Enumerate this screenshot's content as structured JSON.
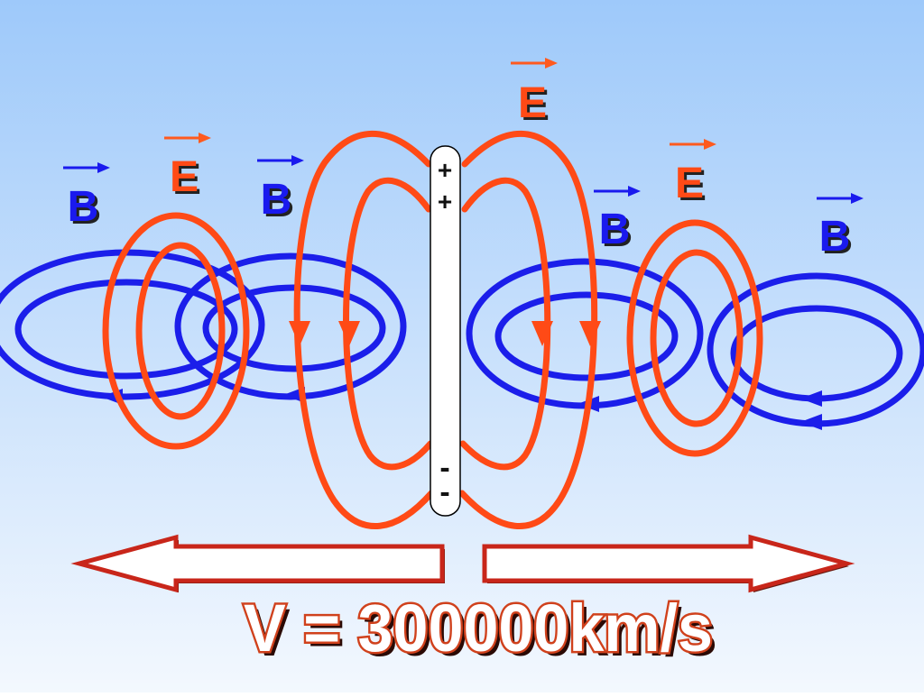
{
  "labels": {
    "E": "E",
    "B": "B",
    "plus": "+",
    "minus": "-"
  },
  "speed_text": "V = 300000km/s",
  "colors": {
    "background_top": "#9ec9fa",
    "background_bottom": "#f3f8fe",
    "e_field": "#ff4a16",
    "b_field": "#1b1eea",
    "vector_e": "#ff5a1e",
    "vector_b": "#1a1aee",
    "label_e": "#ff4a16",
    "label_b": "#1a1aee",
    "arrow_outline": "#c8261a",
    "arrow_fill": "#ffffff",
    "speed_text": "#ffffff",
    "speed_outline": "#d0411c"
  },
  "icons": {
    "direction_left": "left-arrow-icon",
    "direction_right": "right-arrow-icon"
  }
}
